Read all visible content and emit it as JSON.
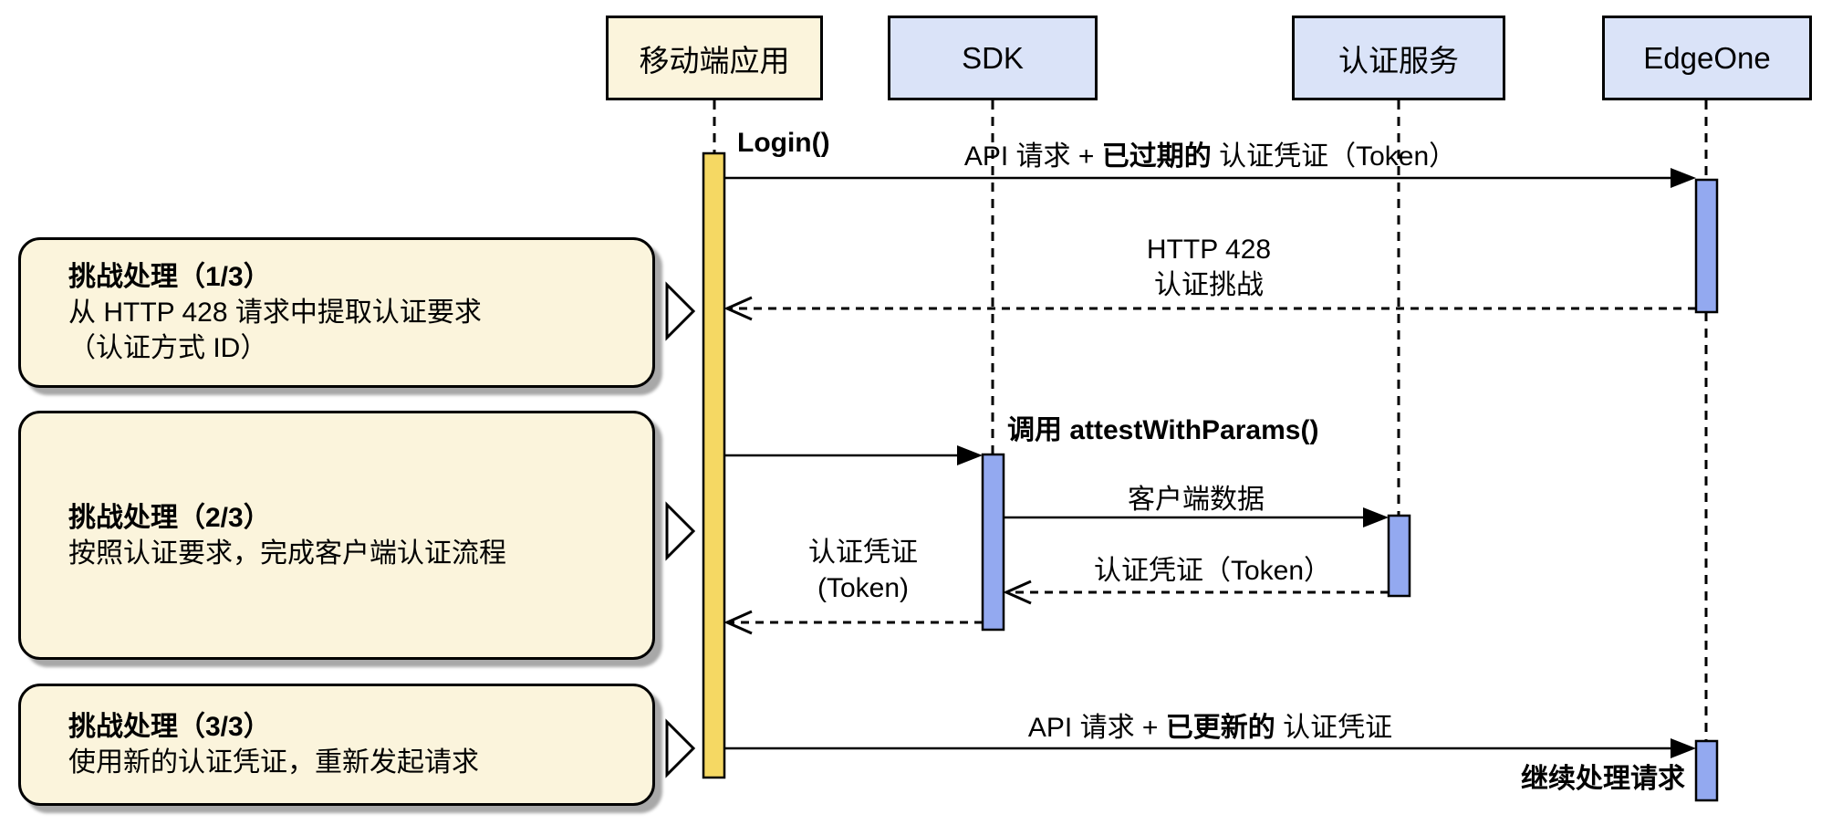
{
  "participants": [
    {
      "label": "移动端应用",
      "kind": "mobile-app"
    },
    {
      "label": "SDK",
      "kind": "sdk"
    },
    {
      "label": "认证服务",
      "kind": "auth-service"
    },
    {
      "label": "EdgeOne",
      "kind": "edgeone"
    }
  ],
  "notes": [
    {
      "title": "挑战处理（1/3）",
      "lines": [
        "从 HTTP 428 请求中提取认证要求",
        "（认证方式 ID）"
      ]
    },
    {
      "title": "挑战处理（2/3）",
      "lines": [
        "按照认证要求，完成客户端认证流程"
      ]
    },
    {
      "title": "挑战处理（3/3）",
      "lines": [
        "使用新的认证凭证，重新发起请求"
      ]
    }
  ],
  "messages": {
    "login": "Login()",
    "api_request_expired": {
      "prefix": "API 请求 + ",
      "bold": "已过期的",
      "suffix": " 认证凭证（Token）"
    },
    "http_428": {
      "line1": "HTTP 428",
      "line2": "认证挑战"
    },
    "attest_call": "调用 attestWithParams()",
    "client_data": "客户端数据",
    "token_to_sdk": "认证凭证（Token）",
    "token_to_app": {
      "line1": "认证凭证",
      "line2": "(Token)"
    },
    "api_request_updated": {
      "prefix": "API 请求 + ",
      "bold": "已更新的",
      "suffix": " 认证凭证"
    },
    "continue_processing": "继续处理请求"
  },
  "colors": {
    "note_fill": "#FBF4DC",
    "mobile_box_fill": "#FBF4DC",
    "service_box_fill": "#DAE3F8",
    "mobile_activation_fill": "#F5D863",
    "service_activation_fill": "#93A9F0",
    "line": "#000000",
    "note_shadow": "#A8A8A8"
  }
}
